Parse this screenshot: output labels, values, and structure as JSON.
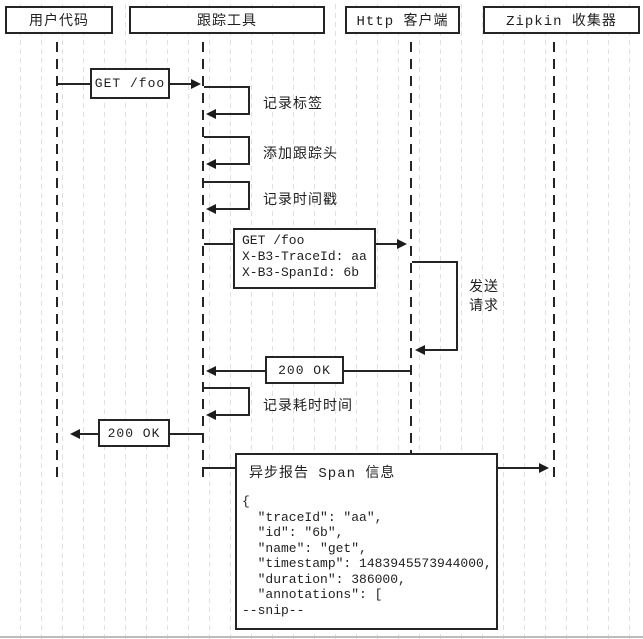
{
  "participants": [
    {
      "label": "用户代码"
    },
    {
      "label": "跟踪工具"
    },
    {
      "label": "Http 客户端"
    },
    {
      "label": "Zipkin 收集器"
    }
  ],
  "flow": {
    "request_user": "GET /foo",
    "record_tags": "记录标签",
    "add_trace_headers": "添加跟踪头",
    "record_timestamp": "记录时间戳",
    "http_request": {
      "line1": "GET /foo",
      "line2": "X-B3-TraceId: aa",
      "line3": "X-B3-SpanId: 6b"
    },
    "send_request_line1": "发送",
    "send_request_line2": "请求",
    "response_mid": "200 OK",
    "record_duration": "记录耗时时间",
    "response_user": "200 OK",
    "report": {
      "title": "异步报告 Span 信息",
      "json_lines": [
        "{",
        "  \"traceId\": \"aa\",",
        "  \"id\": \"6b\",",
        "  \"name\": \"get\",",
        "  \"timestamp\": 1483945573944000,",
        "  \"duration\": 386000,",
        "  \"annotations\": [",
        "--snip--"
      ]
    }
  },
  "colors": {
    "line": "#252525",
    "background": "#ffffff",
    "faint_grid": "#e0e0e0"
  }
}
